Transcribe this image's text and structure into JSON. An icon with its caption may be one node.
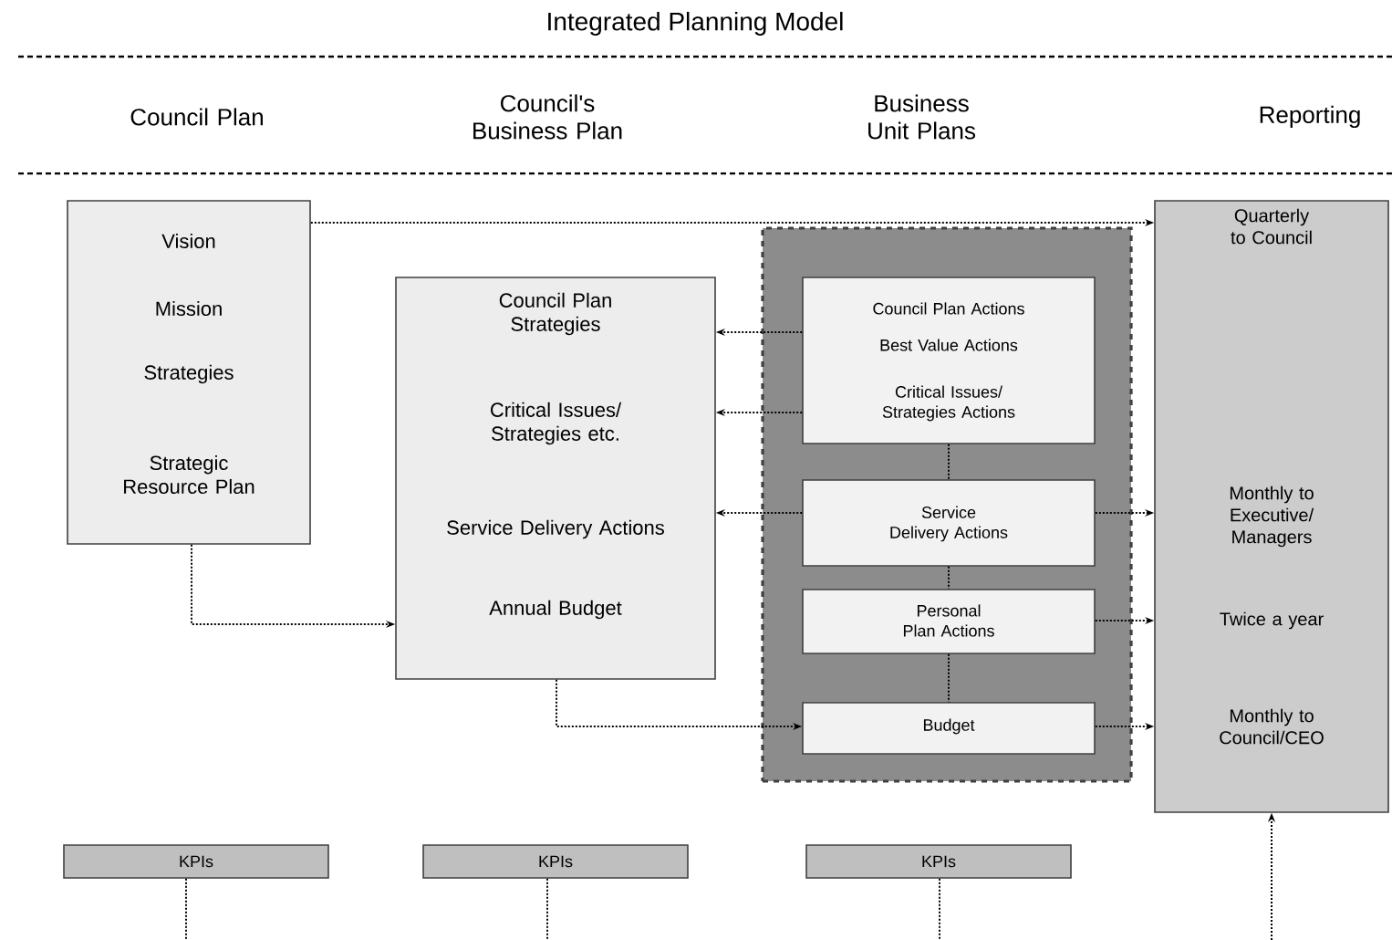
{
  "diagram": {
    "title": "Integrated Planning Model",
    "nodes": [
      {
        "text": [
          "Vision",
          "Mission",
          "Strategies",
          "Strategic Resource Plan"
        ]
      },
      {
        "text": [
          "Council Plan Strategies",
          "Critical Issues/ Strategies etc.",
          "Service Delivery Actions",
          "Annual Budget"
        ]
      },
      {
        "text": [],
        "shape": "box"
      },
      {
        "text": [
          "Council Plan Actions",
          "Best Value Actions",
          "Critical Issues/ Strategies Actions"
        ],
        "in": 2
      },
      {
        "text": [
          "Service Delivery Actions"
        ],
        "in": 2
      },
      {
        "text": [
          "Personal Plan Actions"
        ],
        "in": 2
      },
      {
        "text": [
          "Budget"
        ],
        "in": 2
      },
      {
        "text": [
          "Quarterly to Council",
          "Monthly to Executive/ Managers",
          "Twice a year",
          "Monthly to Council/CEO"
        ]
      },
      {
        "text": [
          "KPIs"
        ]
      },
      {
        "text": [
          "KPIs"
        ]
      },
      {
        "text": [
          "KPIs"
        ]
      }
    ],
    "edges": [
      {
        "from": 0,
        "to": 7,
        "arrow": "to"
      },
      {
        "from": 0,
        "to": 1,
        "arrow": "to"
      },
      {
        "from": 3,
        "to": 1,
        "arrow": "to"
      },
      {
        "from": 3,
        "to": 1,
        "arrow": "to"
      },
      {
        "from": 4,
        "to": 1,
        "arrow": "to"
      },
      {
        "from": 1,
        "to": 6,
        "arrow": "to"
      },
      {
        "from": 4,
        "to": 7,
        "arrow": "to"
      },
      {
        "from": 5,
        "to": 7,
        "arrow": "to"
      },
      {
        "from": 6,
        "to": 7,
        "arrow": "to"
      },
      {
        "from": 3,
        "to": 4,
        "arrow": "none"
      },
      {
        "from": 4,
        "to": 5,
        "arrow": "none"
      },
      {
        "from": 5,
        "to": 6,
        "arrow": "none"
      },
      {
        "from": 8,
        "to": null,
        "arrow": "none"
      },
      {
        "from": 9,
        "to": null,
        "arrow": "none"
      },
      {
        "from": 10,
        "to": null,
        "arrow": "none"
      },
      {
        "from": null,
        "to": 7,
        "arrow": "to"
      }
    ],
    "labels": [
      "Council Plan",
      "Council's Business Plan",
      "Business Unit Plans",
      "Reporting"
    ]
  }
}
